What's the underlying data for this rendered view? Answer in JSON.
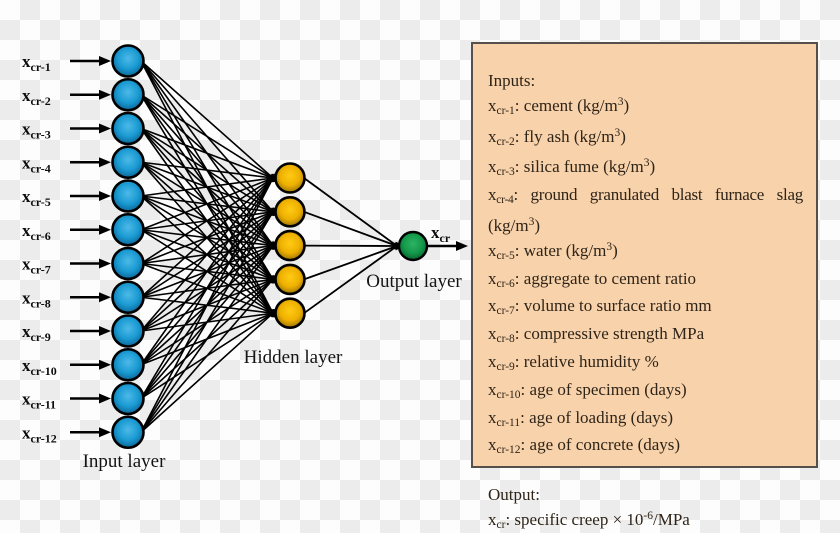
{
  "diagram": {
    "variable_prefix": "x",
    "input_labels": [
      "cr-1",
      "cr-2",
      "cr-3",
      "cr-4",
      "cr-5",
      "cr-6",
      "cr-7",
      "cr-8",
      "cr-9",
      "cr-10",
      "cr-11",
      "cr-12"
    ],
    "hidden_node_count": 5,
    "output_label_sub": "cr",
    "input_layer_caption": "Input layer",
    "hidden_layer_caption": "Hidden layer",
    "output_layer_caption": "Output layer",
    "colors": {
      "input_node": "#1b9ed6",
      "hidden_node": "#eeb000",
      "output_node": "#14994a",
      "edge": "#000000",
      "checker_light": "#fdfdfd",
      "checker_dark": "#ececec"
    }
  },
  "legend": {
    "background": "#f8d2ab",
    "border_color": "#55504a",
    "lines": [
      {
        "seg": [
          {
            "t": "Inputs:"
          }
        ]
      },
      {
        "seg": [
          {
            "t": "x"
          },
          {
            "t": "cr-1",
            "s": "sub"
          },
          {
            "t": ": cement (kg/m"
          },
          {
            "t": "3",
            "s": "sup"
          },
          {
            "t": ")"
          }
        ]
      },
      {
        "seg": [
          {
            "t": "x"
          },
          {
            "t": "cr-2",
            "s": "sub"
          },
          {
            "t": ": fly ash (kg/m"
          },
          {
            "t": "3",
            "s": "sup"
          },
          {
            "t": ")"
          }
        ]
      },
      {
        "seg": [
          {
            "t": "x"
          },
          {
            "t": "cr-3",
            "s": "sub"
          },
          {
            "t": ": silica fume (kg/m"
          },
          {
            "t": "3",
            "s": "sup"
          },
          {
            "t": ")"
          }
        ]
      },
      {
        "seg": [
          {
            "t": "x"
          },
          {
            "t": "cr-4",
            "s": "sub"
          },
          {
            "t": ": ground granulated blast furnace slag"
          }
        ],
        "cls": "fit"
      },
      {
        "seg": [
          {
            "t": "(kg/m"
          },
          {
            "t": "3",
            "s": "sup"
          },
          {
            "t": ")"
          }
        ]
      },
      {
        "seg": [
          {
            "t": "x"
          },
          {
            "t": "cr-5",
            "s": "sub"
          },
          {
            "t": ": water (kg/m"
          },
          {
            "t": "3",
            "s": "sup"
          },
          {
            "t": ")"
          }
        ]
      },
      {
        "seg": [
          {
            "t": "x"
          },
          {
            "t": "cr-6",
            "s": "sub"
          },
          {
            "t": ": aggregate to cement ratio"
          }
        ]
      },
      {
        "seg": [
          {
            "t": "x"
          },
          {
            "t": "cr-7",
            "s": "sub"
          },
          {
            "t": ": volume to surface ratio mm"
          }
        ]
      },
      {
        "seg": [
          {
            "t": "x"
          },
          {
            "t": "cr-8",
            "s": "sub"
          },
          {
            "t": ": compressive strength MPa"
          }
        ]
      },
      {
        "seg": [
          {
            "t": "x"
          },
          {
            "t": "cr-9",
            "s": "sub"
          },
          {
            "t": ": relative humidity %"
          }
        ]
      },
      {
        "seg": [
          {
            "t": "x"
          },
          {
            "t": "cr-10",
            "s": "sub"
          },
          {
            "t": ": age of specimen (days)"
          }
        ]
      },
      {
        "seg": [
          {
            "t": "x"
          },
          {
            "t": "cr-11",
            "s": "sub"
          },
          {
            "t": ": age of loading (days)"
          }
        ]
      },
      {
        "seg": [
          {
            "t": "x"
          },
          {
            "t": "cr-12",
            "s": "sub"
          },
          {
            "t": ": age of concrete (days)"
          }
        ]
      },
      {
        "seg": []
      },
      {
        "seg": [
          {
            "t": "Output:"
          }
        ]
      },
      {
        "seg": [
          {
            "t": "x"
          },
          {
            "t": "cr",
            "s": "sub"
          },
          {
            "t": ": specific creep × 10"
          },
          {
            "t": "-6",
            "s": "sup"
          },
          {
            "t": "/MPa"
          }
        ]
      }
    ]
  }
}
